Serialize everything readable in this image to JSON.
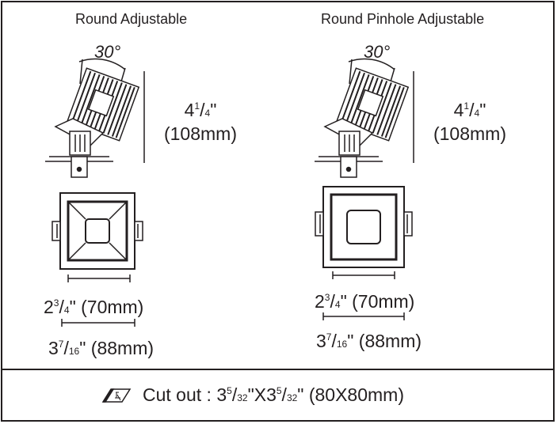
{
  "left": {
    "title": "Round Adjustable",
    "angle": "30°",
    "height_frac": "4¹/₄\"",
    "height_mm": "(108mm)",
    "inner_width": "2³/₄\" (70mm)",
    "outer_width": "3⁷/₁₆\" (88mm)"
  },
  "right": {
    "title": "Round Pinhole Adjustable",
    "angle": "30°",
    "height_frac": "4¹/₄\"",
    "height_mm": "(108mm)",
    "inner_width": "2³/₄\" (70mm)",
    "outer_width": "3⁷/₁₆\" (88mm)"
  },
  "footer": {
    "cutout": "Cut out : 3⁵/₃₂\"X3⁵/₃₂\" (80X80mm)",
    "icon": "cutout-icon"
  }
}
